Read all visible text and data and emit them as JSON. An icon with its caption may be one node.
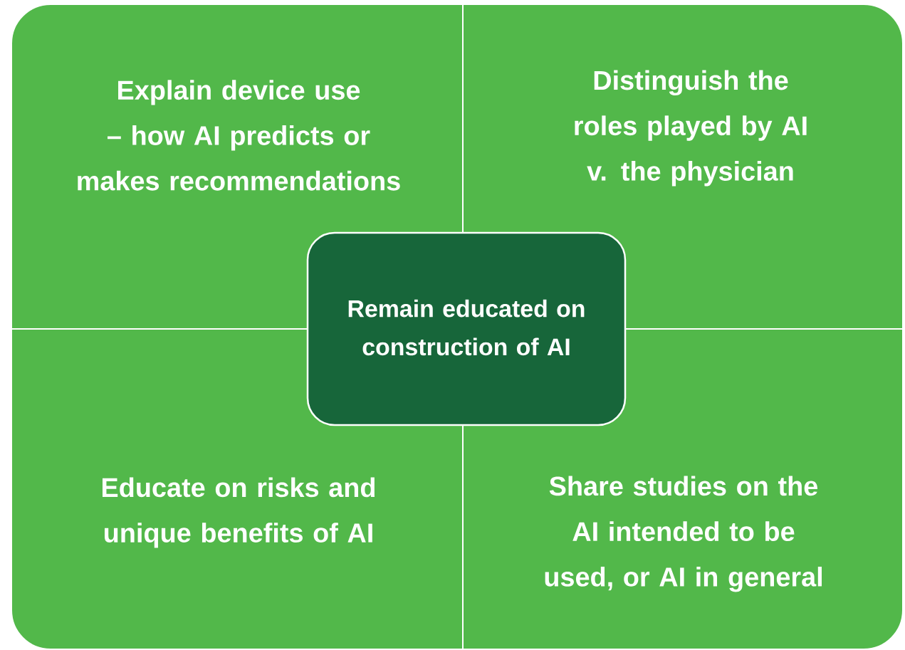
{
  "diagram": {
    "nodes": [
      {
        "text": [
          "Explain device use – how AI predicts or makes recommendations"
        ]
      },
      {
        "text": [
          "Distinguish the roles played by AI v. the physician"
        ]
      },
      {
        "text": [
          "Educate on risks and unique benefits of AI"
        ]
      },
      {
        "text": [
          "Share studies on the AI intended to be used, or AI in general"
        ]
      },
      {
        "text": [
          "Remain educated on construction of AI"
        ]
      }
    ]
  }
}
